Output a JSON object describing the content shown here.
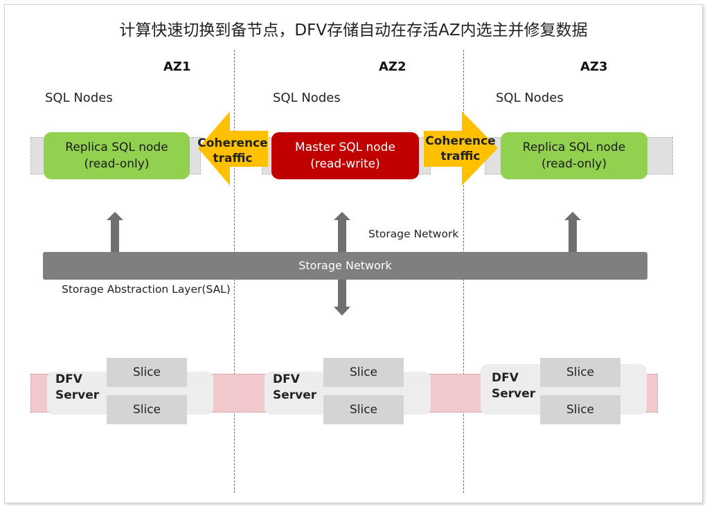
{
  "title": "计算快速切换到备节点，DFV存储自动在存活AZ内选主并修复数据",
  "zones": [
    {
      "name": "AZ1",
      "sql_label": "SQL Nodes",
      "node_name": "Replica SQL node",
      "node_mode": "(read-only)",
      "node_color": "#92d050"
    },
    {
      "name": "AZ2",
      "sql_label": "SQL Nodes",
      "node_name": "Master SQL node",
      "node_mode": "(read-write)",
      "node_color": "#c00000"
    },
    {
      "name": "AZ3",
      "sql_label": "SQL Nodes",
      "node_name": "Replica SQL node",
      "node_mode": "(read-only)",
      "node_color": "#92d050"
    }
  ],
  "coherence": {
    "line1": "Coherence",
    "line2": "traffic",
    "arrow_color": "#ffc000"
  },
  "storage": {
    "bar_label": "Storage Network",
    "side_label": "Storage Network",
    "sal_label": "Storage Abstraction Layer(SAL)"
  },
  "dfv": [
    {
      "line1": "DFV",
      "line2": "Server",
      "slices": [
        "Slice",
        "Slice"
      ]
    },
    {
      "line1": "DFV",
      "line2": "Server",
      "slices": [
        "Slice",
        "Slice"
      ]
    },
    {
      "line1": "DFV",
      "line2": "Server",
      "slices": [
        "Slice",
        "Slice"
      ]
    }
  ]
}
